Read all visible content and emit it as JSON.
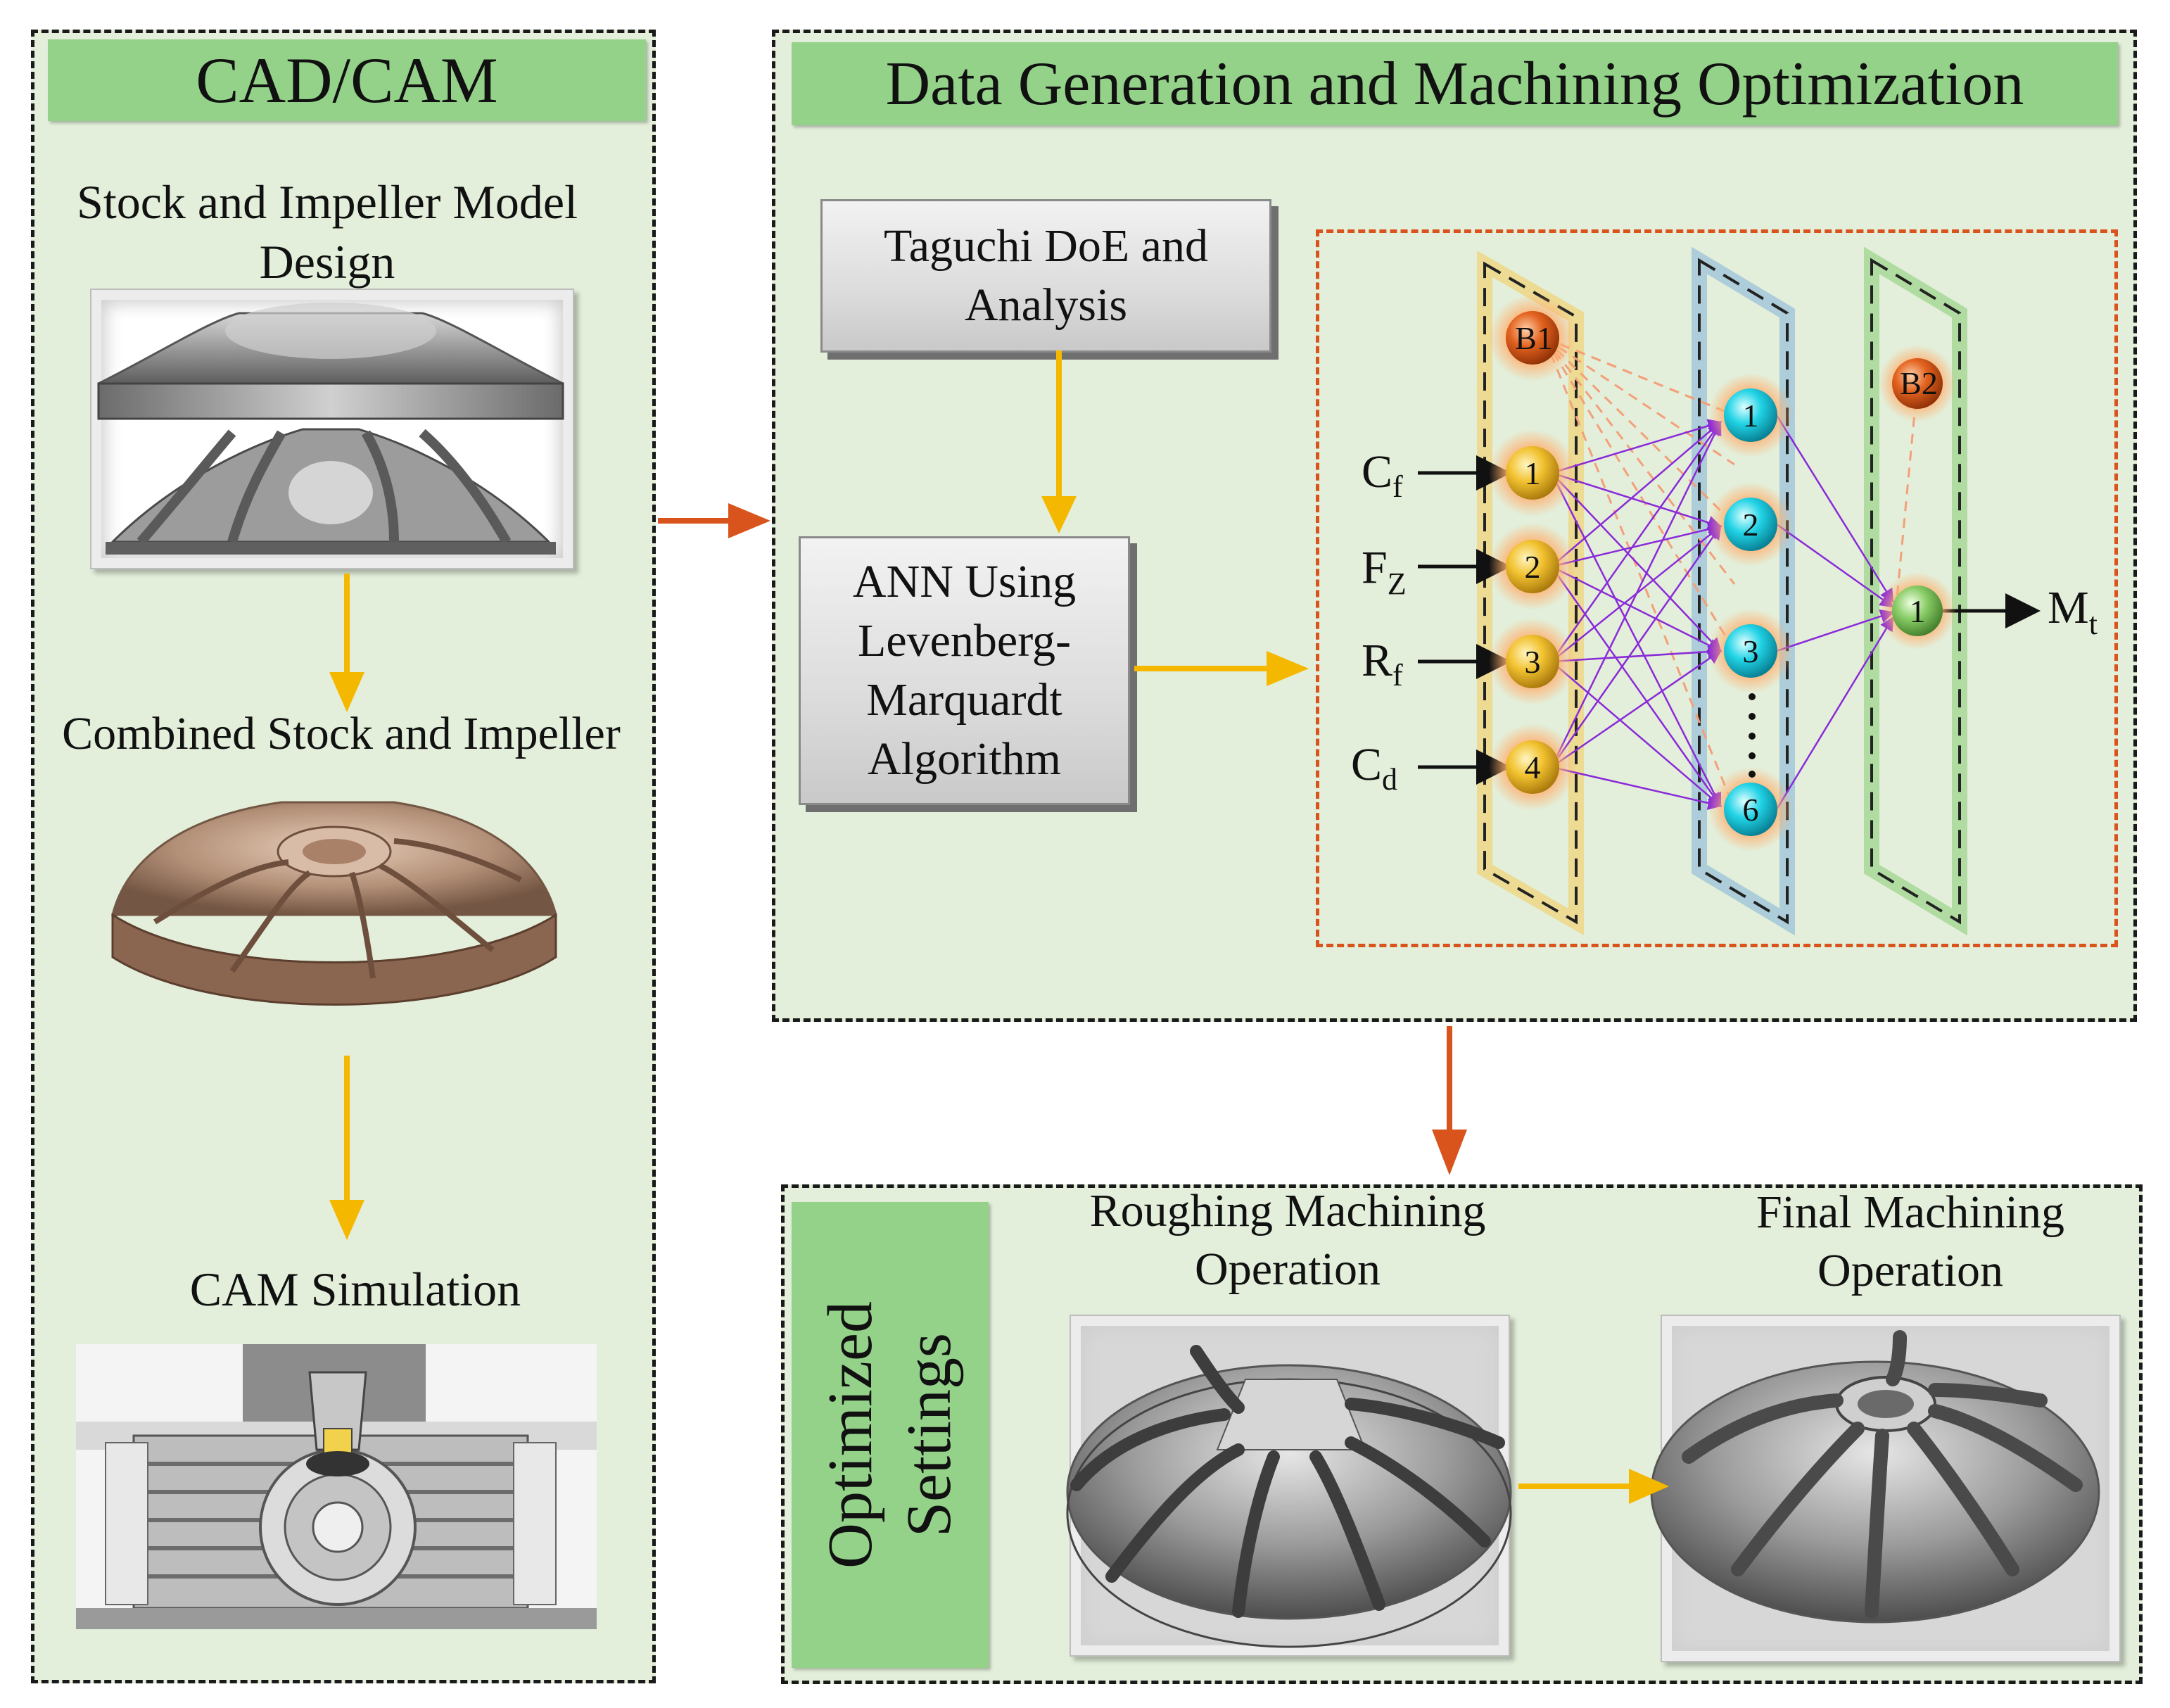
{
  "cad_cam": {
    "title": "CAD/CAM",
    "step1_label": "Stock and Impeller Model Design",
    "step2_label": "Combined Stock and Impeller",
    "step3_label": "CAM Simulation"
  },
  "optimization": {
    "title": "Data Generation and Machining Optimization",
    "taguchi_box": "Taguchi DoE and Analysis",
    "ann_box": "ANN Using Levenberg-Marquardt Algorithm",
    "network": {
      "bias1": "B1",
      "bias2": "B2",
      "inputs": [
        {
          "name": "C",
          "sub": "f",
          "node": "1"
        },
        {
          "name": "F",
          "sub": "Z",
          "node": "2"
        },
        {
          "name": "R",
          "sub": "f",
          "node": "3"
        },
        {
          "name": "C",
          "sub": "d",
          "node": "4"
        }
      ],
      "hidden_nodes": [
        "1",
        "2",
        "3",
        "6"
      ],
      "output_node": "1",
      "output_name": "M",
      "output_sub": "t"
    }
  },
  "results": {
    "title": "Optimized Settings",
    "roughing_label": "Roughing Machining Operation",
    "final_label": "Final Machining Operation"
  },
  "colors": {
    "panel_bg": "#e3efda",
    "band_green": "#94d28a",
    "yellow_arrow": "#f5b800",
    "orange_arrow": "#d9541c",
    "connection_purple": "#8a2ad8",
    "bias_dashed": "#f3a07a"
  }
}
